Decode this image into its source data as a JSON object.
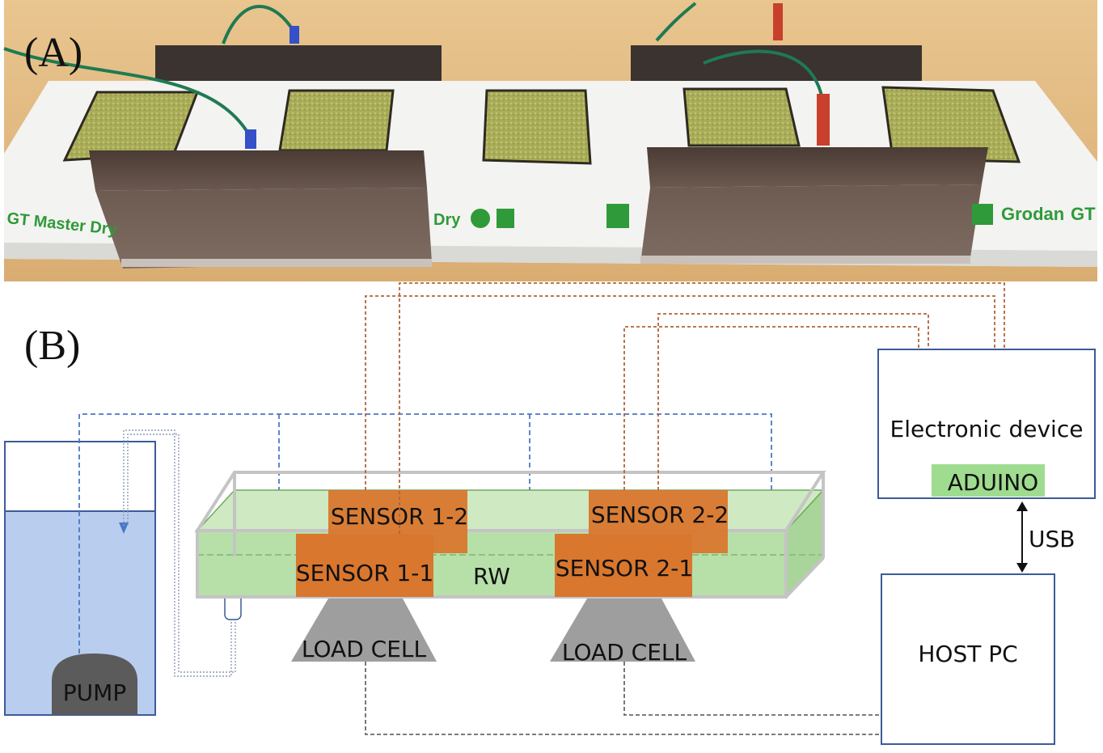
{
  "panels": {
    "a_label": "(A)",
    "b_label": "(B)"
  },
  "photo": {
    "brand_labels": [
      "GT Master Dry",
      "Dry",
      "Grodan",
      "GT"
    ]
  },
  "diagram": {
    "pump": "PUMP",
    "sensor_1_2": "SENSOR 1-2",
    "sensor_2_2": "SENSOR 2-2",
    "sensor_1_1": "SENSOR 1-1",
    "sensor_2_1": "SENSOR 2-1",
    "rw": "RW",
    "load_cell_left": "LOAD CELL",
    "load_cell_right": "LOAD CELL",
    "electronic_device": "Electronic device",
    "arduino": "ADUINO",
    "usb": "USB",
    "host_pc": "HOST PC"
  },
  "colors": {
    "water_line": "#4a78c8",
    "sensor_wire": "#b0643a",
    "sensor_fill": "#d9772e",
    "slab_fill": "#b7e0a9",
    "arduino_fill": "#9fdc8f",
    "tank_fill": "#b9cdee",
    "box_stroke": "#3d5a9a",
    "load_cell_fill": "#9e9e9e"
  }
}
